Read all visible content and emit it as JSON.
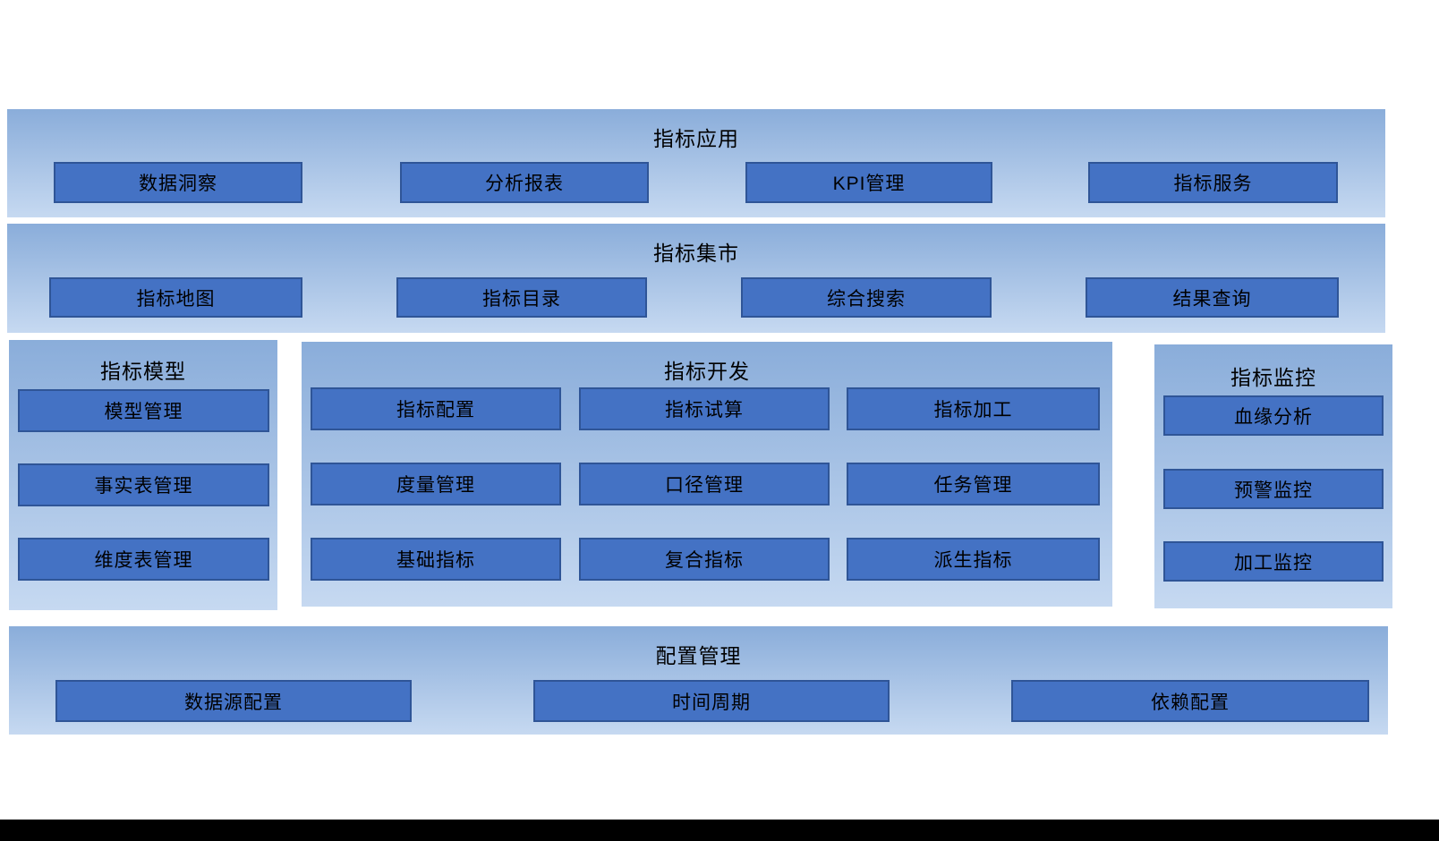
{
  "colors": {
    "panel_gradient_top": "#8aadda",
    "panel_gradient_bottom": "#c6d9f1",
    "box_fill": "#4472c4",
    "box_border": "#2f5597",
    "text": "#000000"
  },
  "sections": {
    "application": {
      "title": "指标应用",
      "items": [
        "数据洞察",
        "分析报表",
        "KPI管理",
        "指标服务"
      ]
    },
    "market": {
      "title": "指标集市",
      "items": [
        "指标地图",
        "指标目录",
        "综合搜索",
        "结果查询"
      ]
    },
    "model": {
      "title": "指标模型",
      "items": [
        "模型管理",
        "事实表管理",
        "维度表管理"
      ]
    },
    "development": {
      "title": "指标开发",
      "items": [
        "指标配置",
        "指标试算",
        "指标加工",
        "度量管理",
        "口径管理",
        "任务管理",
        "基础指标",
        "复合指标",
        "派生指标"
      ]
    },
    "monitoring": {
      "title": "指标监控",
      "items": [
        "血缘分析",
        "预警监控",
        "加工监控"
      ]
    },
    "config": {
      "title": "配置管理",
      "items": [
        "数据源配置",
        "时间周期",
        "依赖配置"
      ]
    }
  }
}
